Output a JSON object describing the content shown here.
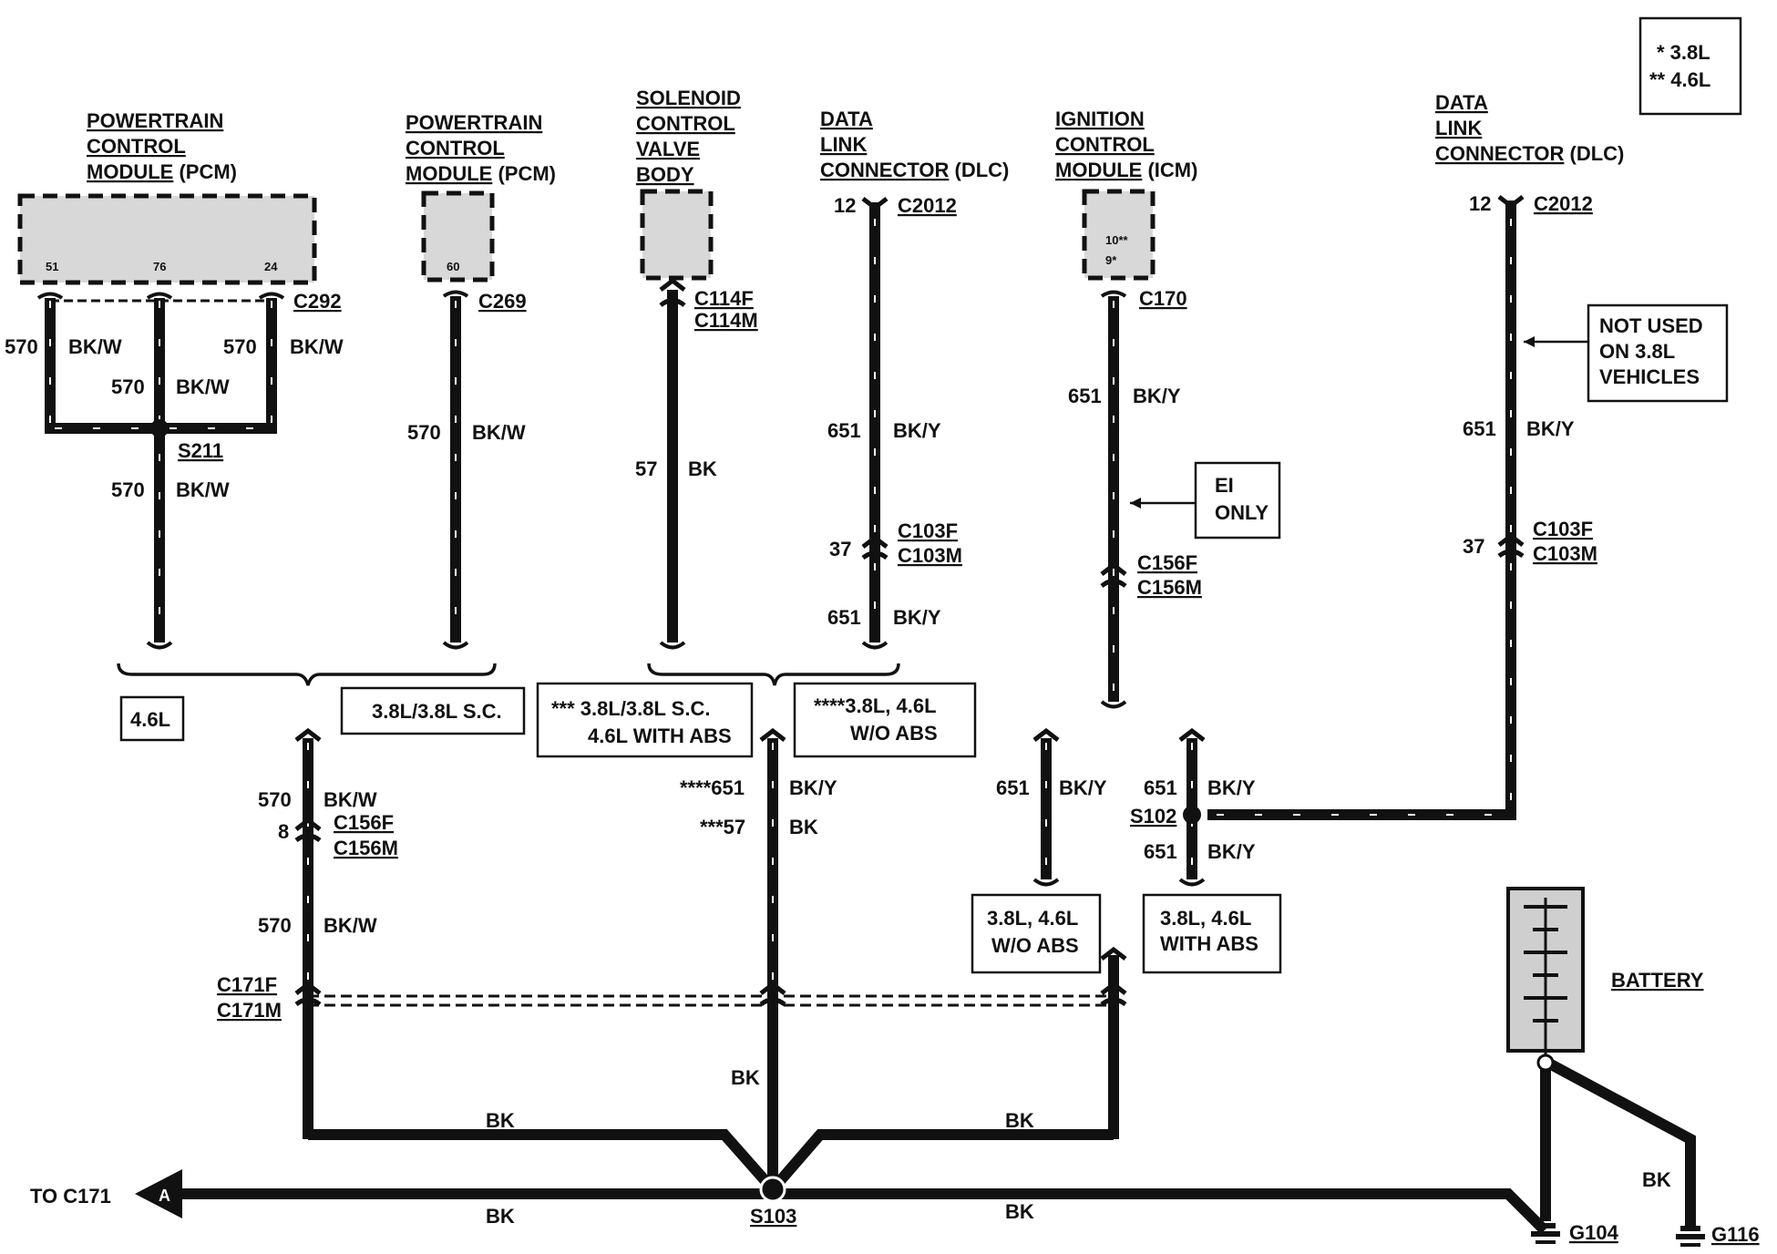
{
  "legend": {
    "line1": "*   3.8L",
    "line2": "**  4.6L"
  },
  "components": {
    "pcm1": {
      "title": [
        "POWERTRAIN",
        "CONTROL",
        "MODULE"
      ],
      "suffix": "(PCM)",
      "pins": [
        "51",
        "76",
        "24"
      ],
      "connector": "C292"
    },
    "pcm2": {
      "title": [
        "POWERTRAIN",
        "CONTROL",
        "MODULE"
      ],
      "suffix": "(PCM)",
      "pin": "60",
      "connector": "C269"
    },
    "svb": {
      "title": [
        "SOLENOID",
        "CONTROL",
        "VALVE",
        "BODY"
      ],
      "connector_f": "C114F",
      "connector_m": "C114M"
    },
    "dlc1": {
      "title": [
        "DATA",
        "LINK",
        "CONNECTOR"
      ],
      "suffix": "(DLC)",
      "pin": "12",
      "connector": "C2012"
    },
    "icm": {
      "title": [
        "IGNITION",
        "CONTROL",
        "MODULE"
      ],
      "suffix": "(ICM)",
      "pin_a": "10**",
      "pin_b": "9*",
      "connector": "C170"
    },
    "dlc2": {
      "title": [
        "DATA",
        "LINK",
        "CONNECTOR"
      ],
      "suffix": "(DLC)",
      "pin": "12",
      "connector": "C2012"
    },
    "battery": {
      "label": "BATTERY"
    }
  },
  "wires": {
    "w570": "570",
    "bkw": "BK/W",
    "w651": "651",
    "bky": "BK/Y",
    "w57": "57",
    "bk": "BK",
    "pin37": "37",
    "pin8": "8",
    "star651": "****651",
    "star57": "***57"
  },
  "splices": {
    "s211": "S211",
    "s102": "S102",
    "s103": "S103"
  },
  "connectors": {
    "c103f": "C103F",
    "c103m": "C103M",
    "c156f": "C156F",
    "c156m": "C156M",
    "c171f": "C171F",
    "c171m": "C171M"
  },
  "grounds": {
    "g104": "G104",
    "g116": "G116"
  },
  "notes": {
    "v46": "4.6L",
    "v38sc": "3.8L/3.8L S.C.",
    "abs_a_1": "*** 3.8L/3.8L S.C.",
    "abs_a_2": "4.6L WITH ABS",
    "abs_b_1": "****3.8L, 4.6L",
    "abs_b_2": "W/O ABS",
    "ei_1": "EI",
    "ei_2": "ONLY",
    "notused_1": "NOT USED",
    "notused_2": "ON 3.8L",
    "notused_3": "VEHICLES",
    "wo_abs_1": "3.8L, 4.6L",
    "wo_abs_2": "W/O ABS",
    "with_abs_1": "3.8L, 4.6L",
    "with_abs_2": "WITH ABS"
  },
  "offpage": {
    "label": "TO C171",
    "letter": "A"
  }
}
